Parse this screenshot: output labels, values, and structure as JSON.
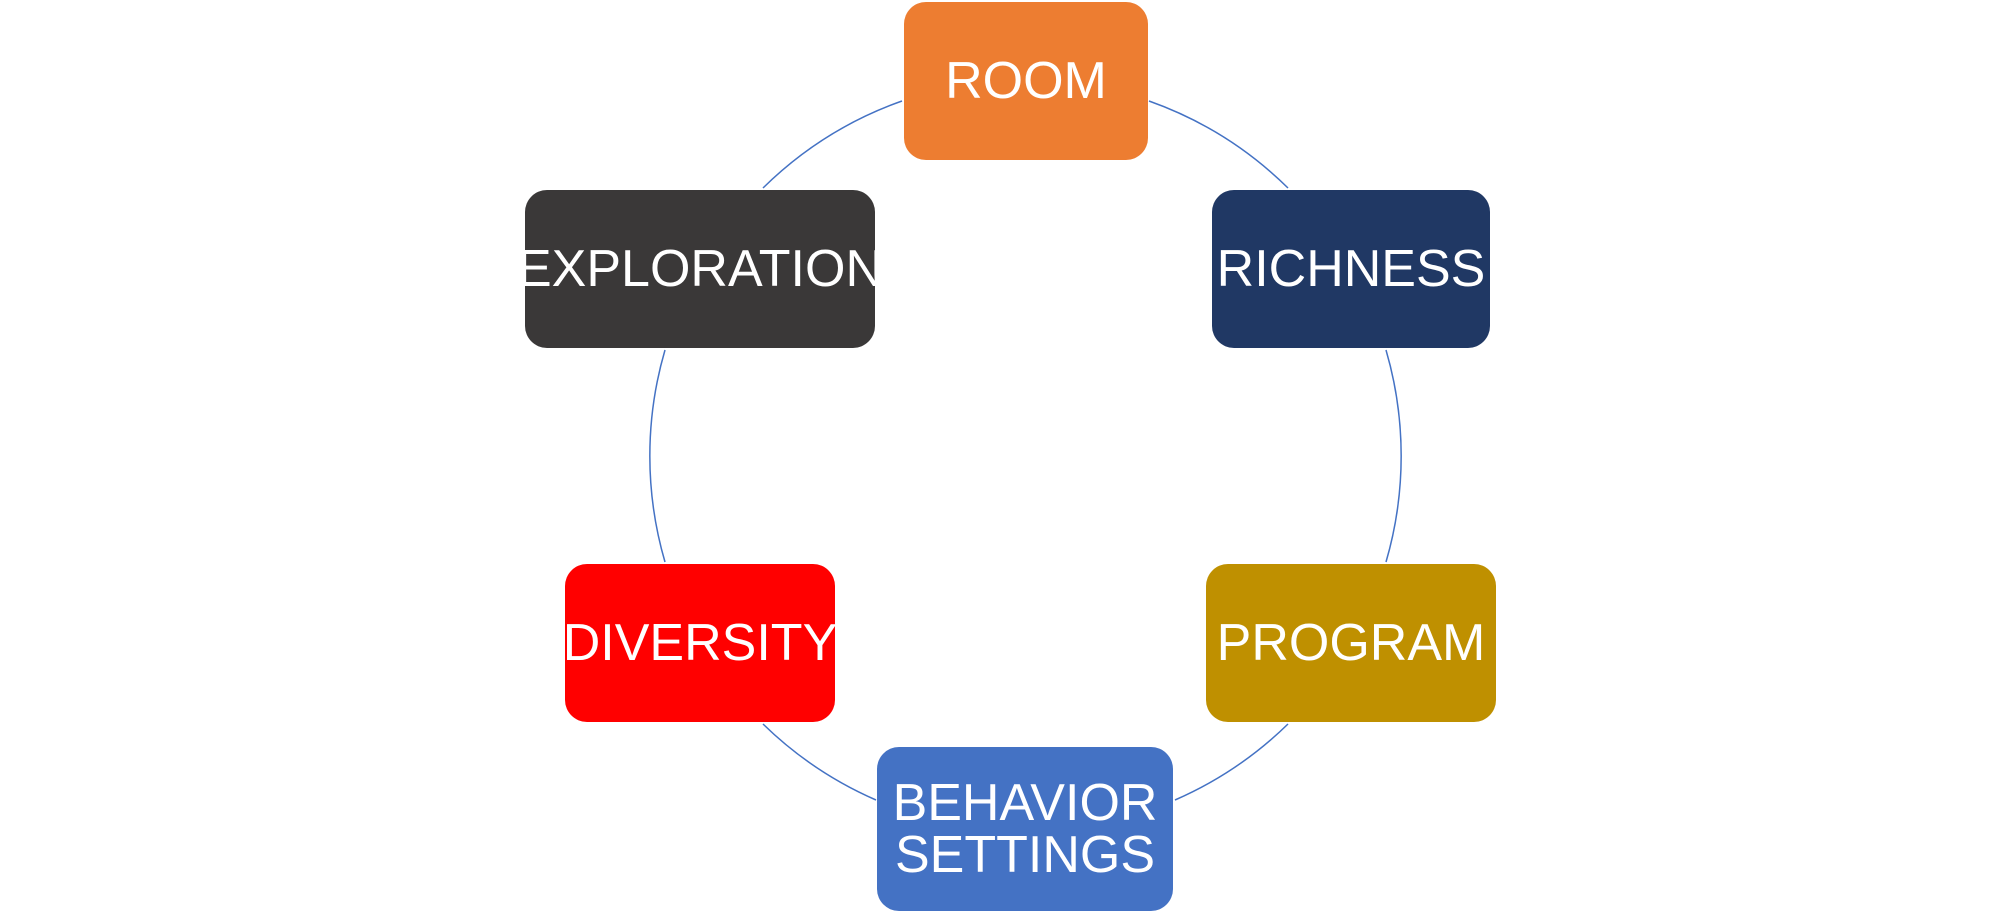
{
  "diagram": {
    "type": "cycle",
    "nodes": [
      {
        "id": "room",
        "label": "ROOM",
        "color": "#ed7d31"
      },
      {
        "id": "richness",
        "label": "RICHNESS",
        "color": "#203864"
      },
      {
        "id": "program",
        "label": "PROGRAM",
        "color": "#bf9000"
      },
      {
        "id": "behavior-settings",
        "label": "BEHAVIOR SETTINGS",
        "lines": [
          "BEHAVIOR",
          "SETTINGS"
        ],
        "color": "#4472c4"
      },
      {
        "id": "diversity",
        "label": "DIVERSITY",
        "color": "#ff0000"
      },
      {
        "id": "exploration",
        "label": "EXPLORATION",
        "color": "#3a3838"
      }
    ],
    "connector_color": "#4472c4",
    "label_color": "#ffffff"
  }
}
